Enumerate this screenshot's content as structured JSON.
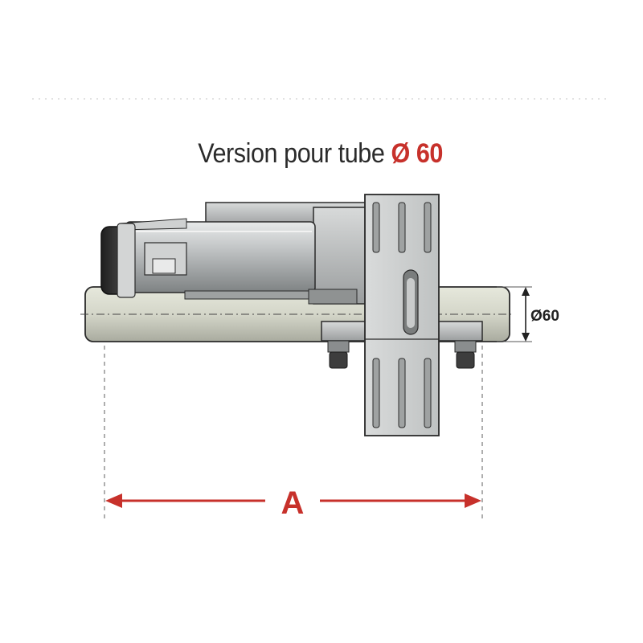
{
  "title": {
    "text": "Version pour tube ",
    "accent": "Ø 60"
  },
  "dimensions": {
    "diameter_label": "Ø60",
    "length_label": "A"
  },
  "colors": {
    "accent": "#c7312b",
    "tube": "#d7d9cc",
    "motor": "#b9bcbd",
    "bracket": "#c9cbcb",
    "outline": "#2a2a2a",
    "dim_line": "#555555"
  }
}
